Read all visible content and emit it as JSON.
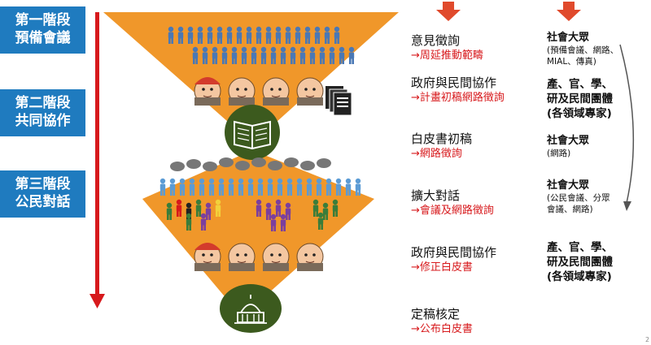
{
  "stages": [
    {
      "line1": "第一階段",
      "line2": "預備會議"
    },
    {
      "line1": "第二階段",
      "line2": "共同協作"
    },
    {
      "line1": "第三階段",
      "line2": "公民對話"
    }
  ],
  "steps": [
    {
      "title": "意見徵詢",
      "sub": "→周延推動範疇"
    },
    {
      "title": "政府與民間協作",
      "sub": "→計畫初稿網路徵詢"
    },
    {
      "title": "白皮書初稿",
      "sub": "→網路徵詢"
    },
    {
      "title": "擴大對話",
      "sub": "→會議及網路徵詢"
    },
    {
      "title": "政府與民間協作",
      "sub": "→修正白皮書"
    },
    {
      "title": "定稿核定",
      "sub": "→公布白皮書"
    }
  ],
  "participants": [
    {
      "main": "社會大眾",
      "details": [
        "(預備會議、網路、",
        "MIAL、傳真)"
      ]
    },
    {
      "main": "產、官、學、",
      "details_bold": [
        "研及民間團體",
        "(各領域專家)"
      ]
    },
    {
      "main": "社會大眾",
      "details": [
        "(網路)"
      ]
    },
    {
      "main": "社會大眾",
      "details": [
        "(公民會議、分眾",
        "會議、網路)"
      ]
    },
    {
      "main": "產、官、學、",
      "details_bold": [
        "研及民間團體",
        "(各領域專家)"
      ]
    }
  ],
  "page_number": "2",
  "colors": {
    "stage_bg": "#1f7bbf",
    "funnel": "#f0972a",
    "arrow": "#d7191c",
    "sub_text": "#d7191c",
    "circle": "#3c5a1e",
    "people_blue": "#4a78b5"
  },
  "icons": [
    "down-arrow-icon",
    "book-icon",
    "capitol-building-icon",
    "documents-icon",
    "people-crowd-icon",
    "speech-bubble-icon"
  ]
}
